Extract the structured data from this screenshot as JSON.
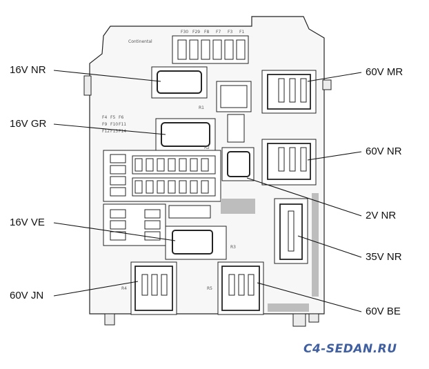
{
  "callouts": {
    "v16_nr": "16V NR",
    "v16_gr": "16V GR",
    "v16_ve": "16V VE",
    "v60_jn": "60V JN",
    "v60_mr": "60V MR",
    "v60_nr": "60V NR",
    "v2_nr": "2V NR",
    "v35_nr": "35V NR",
    "v60_be": "60V BE"
  },
  "watermark": "C4-SEDAN.RU",
  "housing_marks": {
    "brand_logo": "Continental",
    "fuse_row_top": [
      "F30",
      "F29",
      "F8",
      "F7",
      "F3",
      "F1"
    ],
    "fuse_column_left": [
      "F4",
      "F5",
      "F6",
      "F9",
      "F10",
      "F11",
      "F12",
      "F13",
      "F14"
    ],
    "relay_labels": [
      "R1",
      "R2",
      "R3",
      "R4",
      "R5"
    ]
  },
  "colors": {
    "line": "#222222",
    "housing_fill": "#f7f7f7",
    "shade": "#bdbdbd",
    "watermark": "#3f5fa0"
  }
}
